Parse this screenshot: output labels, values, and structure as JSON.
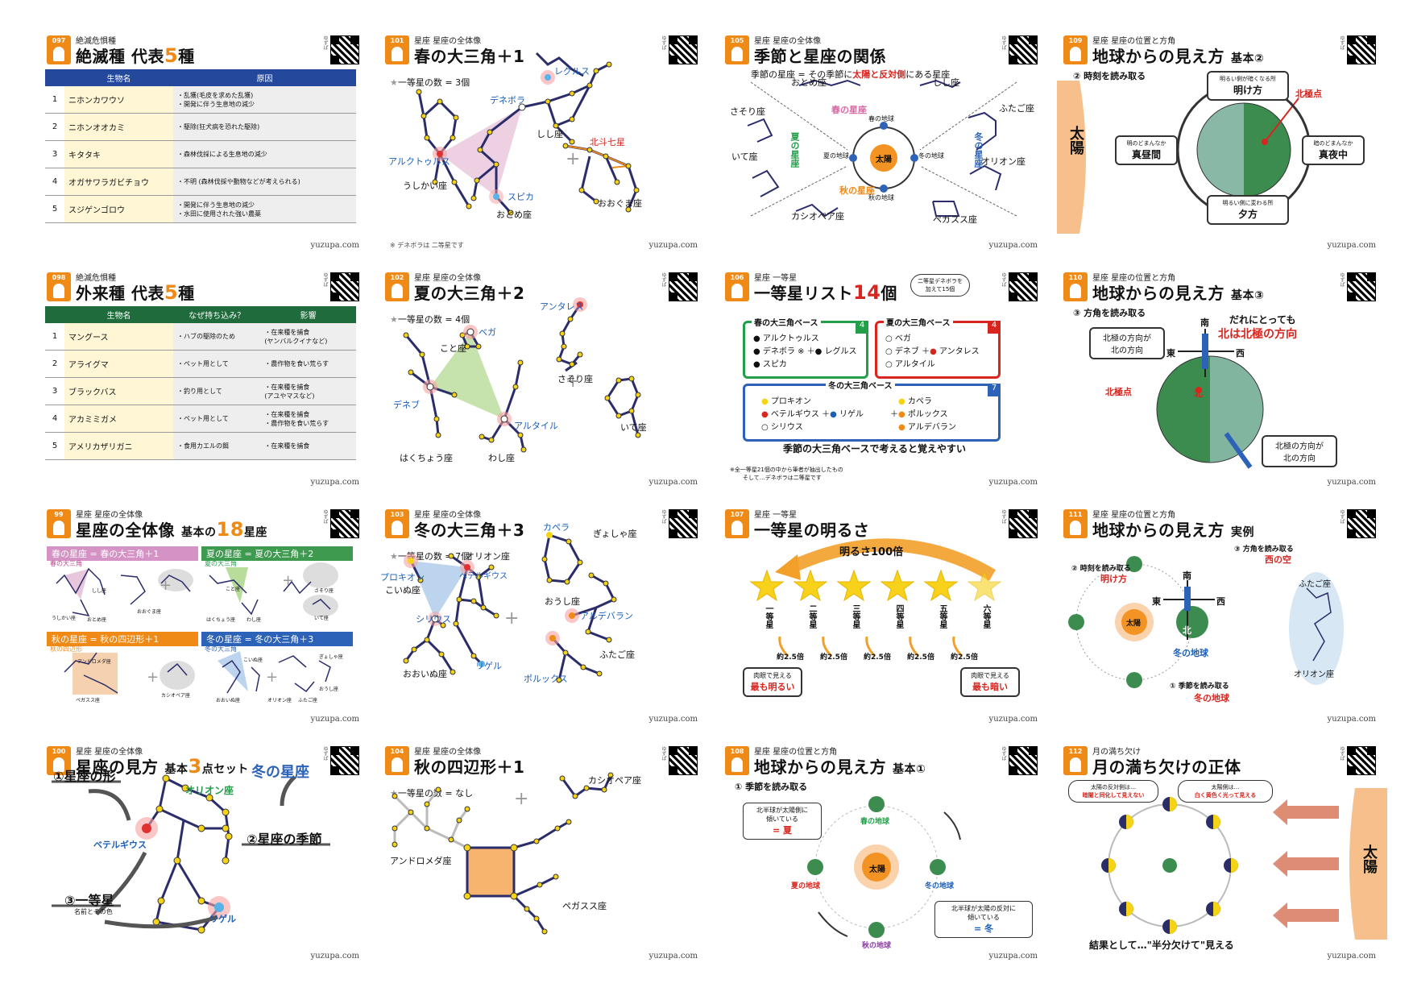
{
  "footer": "yuzupa.com",
  "qr_side": "ゆずぱ",
  "cards": {
    "c097": {
      "num": "097",
      "subcat": "絶滅危惧種",
      "title_pre": "絶滅種 代表",
      "title_em": "5",
      "title_post": "種",
      "headers": [
        "生物名",
        "原因"
      ],
      "rows": [
        {
          "n": "1",
          "name": "ニホンカワウソ",
          "c1": "・乱獲(毛皮を求めた乱獲)",
          "c2": "・開発に伴う生息地の減少"
        },
        {
          "n": "2",
          "name": "ニホンオオカミ",
          "c1": "・駆除(狂犬病を恐れた駆除)",
          "c2": ""
        },
        {
          "n": "3",
          "name": "キタタキ",
          "c1": "・森林伐採による生息地の減少",
          "c2": ""
        },
        {
          "n": "4",
          "name": "オガサワラガビチョウ",
          "c1": "・不明 (森林伐採や動物などが考えられる)",
          "c2": ""
        },
        {
          "n": "5",
          "name": "スジゲンゴロウ",
          "c1": "・開発に伴う生息地の減少",
          "c2": "・水田に使用された強い農薬"
        }
      ]
    },
    "c098": {
      "num": "098",
      "subcat": "絶滅危惧種",
      "title_pre": "外来種 代表",
      "title_em": "5",
      "title_post": "種",
      "headers": [
        "生物名",
        "なぜ持ち込み？",
        "影響"
      ],
      "rows": [
        {
          "n": "1",
          "name": "マングース",
          "why": "・ハブの駆除のため",
          "e1": "・在来種を捕食",
          "e2": "(ヤンバルクイナなど)"
        },
        {
          "n": "2",
          "name": "アライグマ",
          "why": "・ペット用として",
          "e1": "・農作物を食い荒らす",
          "e2": ""
        },
        {
          "n": "3",
          "name": "ブラックバス",
          "why": "・釣り用として",
          "e1": "・在来種を捕食",
          "e2": "(アユやマスなど)"
        },
        {
          "n": "4",
          "name": "アカミミガメ",
          "why": "・ペット用として",
          "e1": "・在来種を捕食",
          "e2": "・農作物を食い荒らす"
        },
        {
          "n": "5",
          "name": "アメリカザリガニ",
          "why": "・食用カエルの餌",
          "e1": "・在来種を捕食",
          "e2": ""
        }
      ]
    },
    "c099": {
      "num": "99",
      "subcat": "星座 星座の全体像",
      "title_pre": "星座の全体像",
      "title_sub": "基本の",
      "title_em": "18",
      "title_post": "星座",
      "spring": "春の星座 = 春の大三角＋1",
      "summer": "夏の星座 = 夏の大三角＋2",
      "autumn": "秋の星座 = 秋の四辺形＋1",
      "winter": "冬の星座 = 冬の大三角＋3",
      "spring_tri": "春の大三角",
      "summer_tri": "夏の大三角",
      "autumn_sq": "秋の四辺形",
      "winter_tri": "冬の大三角",
      "labels": [
        "しし座",
        "うしかい座",
        "おとめ座",
        "おおぐま座",
        "こと座",
        "わし座",
        "はくちょう座",
        "さそり座",
        "いて座",
        "アンドロメダ座",
        "ペガスス座",
        "カシオペア座",
        "こいぬ座",
        "オリオン座",
        "おおいぬ座",
        "ふたご座",
        "おうし座",
        "ぎょしゃ座"
      ]
    },
    "c100": {
      "num": "100",
      "subcat": "星座 星座の全体像",
      "title_pre": "星座の見方",
      "title_sub": "基本",
      "title_em": "3",
      "title_post": "点セット",
      "p1": "①星座の形",
      "p2": "②星座の季節",
      "p3": "③一等星",
      "p3sub": "名前とその色",
      "season": "冬の星座",
      "orion": "オリオン座",
      "betel": "ベテルギウス",
      "rigel": "リゲル"
    },
    "c101": {
      "num": "101",
      "subcat": "星座 星座の全体像",
      "title": "春の大三角＋1",
      "count": "一等星の数 = 3個",
      "labels": {
        "regulus": "レグルス",
        "denebola": "デネボラ",
        "leo": "しし座",
        "arcturus": "アルクトゥルス",
        "bootes": "うしかい座",
        "spica": "スピカ",
        "virgo": "おとめ座",
        "dipper": "北斗七星",
        "uma": "おおぐま座"
      },
      "note": "※ デネボラは 二等星です"
    },
    "c102": {
      "num": "102",
      "subcat": "星座 星座の全体像",
      "title": "夏の大三角＋2",
      "count": "一等星の数 = 4個",
      "labels": {
        "vega": "ベガ",
        "lyra": "こと座",
        "deneb": "デネブ",
        "cygnus": "はくちょう座",
        "altair": "アルタイル",
        "aquila": "わし座",
        "antares": "アンタレス",
        "scorpius": "さそり座",
        "sgr": "いて座"
      }
    },
    "c103": {
      "num": "103",
      "subcat": "星座 星座の全体像",
      "title": "冬の大三角＋3",
      "count": "一等星の数 = 7個",
      "labels": {
        "procyon": "プロキオン",
        "cmi": "こいぬ座",
        "orion": "オリオン座",
        "betel": "ベテルギウス",
        "sirius": "シリウス",
        "rigel": "リゲル",
        "cma": "おおいぬ座",
        "capella": "カペラ",
        "aur": "ぎょしゃ座",
        "taurus": "おうし座",
        "aldebaran": "アルデバラン",
        "gemini": "ふたご座",
        "pollux": "ポルックス"
      }
    },
    "c104": {
      "num": "104",
      "subcat": "星座 星座の全体像",
      "title": "秋の四辺形＋1",
      "count": "一等星の数 = なし",
      "labels": {
        "cas": "カシオペア座",
        "and": "アンドロメダ座",
        "peg": "ペガスス座"
      }
    },
    "c105": {
      "num": "105",
      "subcat": "星座 星座の全体像",
      "title": "季節と星座の関係",
      "line1_pre": "季節の星座 = その季節に",
      "line1_red": "太陽と反対側",
      "line1_post": "にある星座",
      "labels": {
        "virgo": "おとめ座",
        "leo": "しし座",
        "sco": "さそり座",
        "gem": "ふたご座",
        "sgr": "いて座",
        "ori": "オリオン座",
        "cas": "カシオペア座",
        "peg": "ペガスス座"
      },
      "season_spring": "春の星座",
      "season_summer": "夏の星座",
      "season_autumn": "秋の星座",
      "season_winter": "冬の星座",
      "earth_spring": "春の地球",
      "earth_summer": "夏の地球",
      "earth_autumn": "秋の地球",
      "earth_winter": "冬の地球",
      "sun": "太陽"
    },
    "c106": {
      "num": "106",
      "subcat": "星座 一等星",
      "title_pre": "一等星リスト",
      "title_em": "14",
      "title_post": "個",
      "bubble": "二等星デネボラを加えて15個",
      "spring": "春の大三角ベース",
      "spring_n": "4",
      "spring_stars": [
        "アルクトゥルス",
        "デネボラ ※",
        "スピカ"
      ],
      "spring_plus": "レグルス",
      "summer": "夏の大三角ベース",
      "summer_n": "4",
      "summer_stars": [
        "ベガ",
        "デネブ",
        "アルタイル"
      ],
      "summer_plus": "アンタレス",
      "winter": "冬の大三角ベース",
      "winter_n": "7",
      "winter_stars": [
        "プロキオン",
        "ベテルギウス",
        "シリウス"
      ],
      "winter_plus": "リゲル",
      "winter_r": [
        "カペラ",
        "ポルックス",
        "アルデバラン"
      ],
      "bottom": "季節の大三角ベースで考えると覚えやすい",
      "note1": "※全一等星21個の中から筆者が抽出したもの",
      "note2": "そして…デネボラは二等星です"
    },
    "c107": {
      "num": "107",
      "subcat": "星座 一等星",
      "title": "一等星の明るさ",
      "arrow": "明るさ100倍",
      "mags": [
        "一等星",
        "二等星",
        "三等星",
        "四等星",
        "五等星",
        "六等星"
      ],
      "ratio": "約2.5倍",
      "left_box1": "肉眼で見える",
      "left_box2": "最も明るい",
      "right_box1": "肉眼で見える",
      "right_box2": "最も暗い"
    },
    "c108": {
      "num": "108",
      "subcat": "星座 星座の位置と方角",
      "title": "地球からの見え方",
      "title_sub": "基本①",
      "line1": "① 季節を読み取る",
      "box1a": "北半球が太陽側に",
      "box1b": "傾いている",
      "box1c": "= 夏",
      "box2a": "北半球が太陽の反対に",
      "box2b": "傾いている",
      "box2c": "= 冬",
      "spring": "春の地球",
      "summer": "夏の地球",
      "autumn": "秋の地球",
      "winter": "冬の地球",
      "sun": "太陽"
    },
    "c109": {
      "num": "109",
      "subcat": "星座 星座の位置と方角",
      "title": "地球からの見え方",
      "title_sub": "基本②",
      "line1": "② 時刻を読み取る",
      "sun": "太陽",
      "north_pole": "北極点",
      "dawn_a": "明るい側が暗くなる所",
      "dawn_b": "明け方",
      "noon_a": "明のどまんなか",
      "noon_b": "真昼間",
      "midnight_a": "暗のどまんなか",
      "midnight_b": "真夜中",
      "dusk_a": "明るい側に変わる所",
      "dusk_b": "夕方"
    },
    "c110": {
      "num": "110",
      "subcat": "星座 星座の位置と方角",
      "title": "地球からの見え方",
      "title_sub": "基本③",
      "line1": "③ 方角を読み取る",
      "slogan1": "だれにとっても",
      "slogan2": "北は北極の方向",
      "box1a": "北極の方向が",
      "box1b": "北の方向",
      "north_pole": "北極点",
      "box2a": "北極の方向が",
      "box2b": "北の方向",
      "n": "南",
      "e": "東",
      "w": "西",
      "kita": "北"
    },
    "c111": {
      "num": "111",
      "subcat": "星座 星座の位置と方角",
      "title": "地球からの見え方",
      "title_sub": "実例",
      "step2a": "② 時刻を読み取る",
      "step2b": "明け方",
      "step3a": "③ 方角を読み取る",
      "step3b": "西の空",
      "step1a": "① 季節を読み取る",
      "step1b": "冬の地球",
      "winter_earth": "冬の地球",
      "sun": "太陽",
      "gem": "ふたご座",
      "ori": "オリオン座",
      "s": "南",
      "e": "東",
      "w": "西",
      "n": "北"
    },
    "c112": {
      "num": "112",
      "subcat": "月の満ち欠け",
      "title": "月の満ち欠けの正体",
      "b1a": "太陽の反対側は…",
      "b1b": "暗闇と同化して見えない",
      "b2a": "太陽側は…",
      "b2b": "白く黄色く光って見える",
      "bottom": "結果として…\"半分欠けて\"見える",
      "sun": "太陽"
    }
  }
}
